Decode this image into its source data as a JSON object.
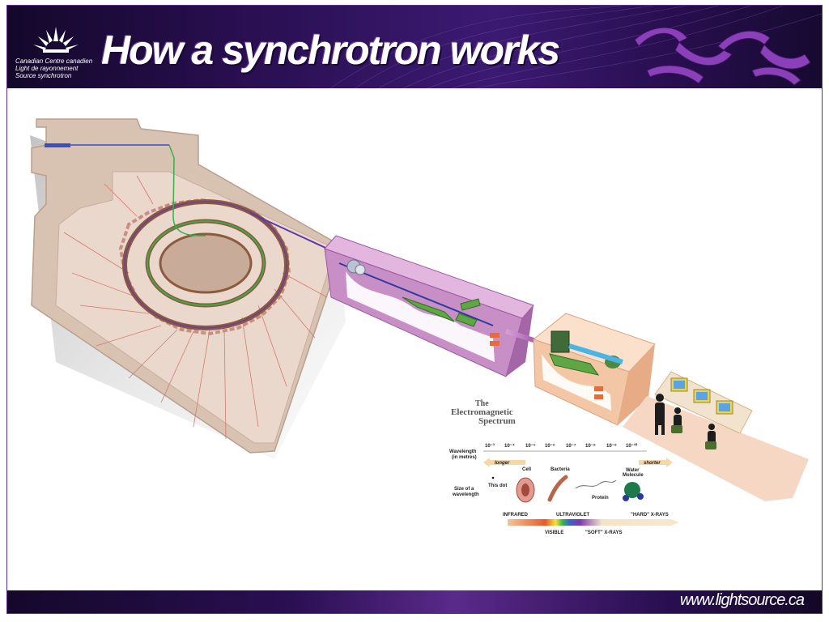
{
  "header": {
    "title": "How a synchrotron works",
    "logo_lines": [
      "Canadian Centre canadien",
      "Light de rayonnement",
      "Source synchrotron"
    ]
  },
  "footer": {
    "url": "www.lightsource.ca"
  },
  "spectrum": {
    "title_line1": "The",
    "title_line2": "Electromagnetic",
    "title_line3": "Spectrum",
    "wavelength_label_1": "Wavelength",
    "wavelength_label_2": "(in metres)",
    "ticks": [
      "10⁻³",
      "10⁻⁴",
      "10⁻⁵",
      "10⁻⁶",
      "10⁻⁷",
      "10⁻⁸",
      "10⁻⁹",
      "10⁻¹⁰"
    ],
    "longer": "longer",
    "shorter": "shorter",
    "size_label_1": "Size of a",
    "size_label_2": "wavelength",
    "objects": [
      "This dot",
      "Cell",
      "Bacteria",
      "Protein",
      "Water",
      "Molecule"
    ],
    "bands": {
      "infrared": "INFRARED",
      "ultraviolet": "ULTRAVIOLET",
      "hard_xrays": "\"HARD\" X-RAYS",
      "visible": "VISIBLE",
      "soft_xrays": "\"SOFT\" X-RAYS"
    }
  },
  "colors": {
    "brand_purple": "#3b1a72",
    "building": "#d7c3b4",
    "beamline_hutch": "#c98fc8",
    "lab": "#f2c7a8"
  }
}
